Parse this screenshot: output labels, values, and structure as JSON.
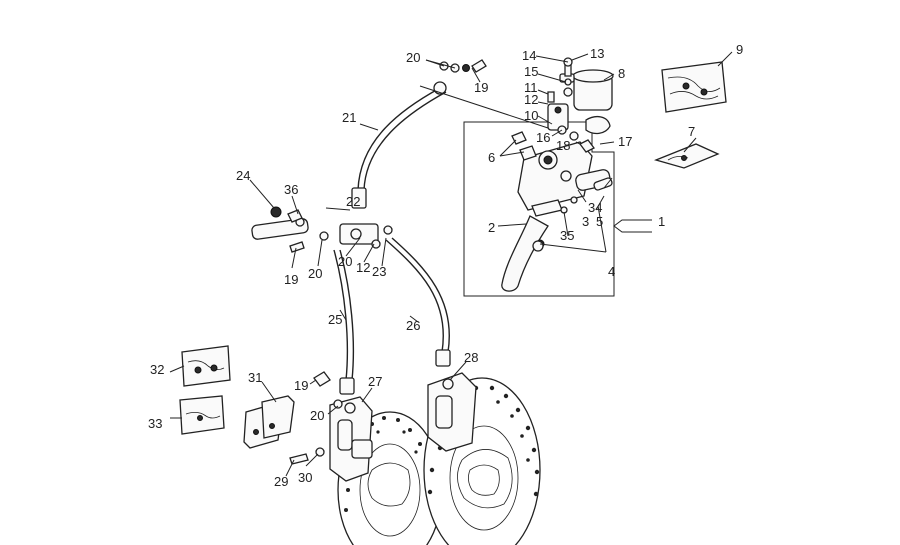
{
  "diagram": {
    "callouts": [
      {
        "id": "c1",
        "label": "1"
      },
      {
        "id": "c2",
        "label": "2"
      },
      {
        "id": "c3",
        "label": "3"
      },
      {
        "id": "c4",
        "label": "4"
      },
      {
        "id": "c5",
        "label": "5"
      },
      {
        "id": "c6",
        "label": "6"
      },
      {
        "id": "c7",
        "label": "7"
      },
      {
        "id": "c8",
        "label": "8"
      },
      {
        "id": "c9",
        "label": "9"
      },
      {
        "id": "c10",
        "label": "10"
      },
      {
        "id": "c11",
        "label": "11"
      },
      {
        "id": "c12a",
        "label": "12"
      },
      {
        "id": "c12b",
        "label": "12"
      },
      {
        "id": "c13",
        "label": "13"
      },
      {
        "id": "c14",
        "label": "14"
      },
      {
        "id": "c15",
        "label": "15"
      },
      {
        "id": "c16",
        "label": "16"
      },
      {
        "id": "c17",
        "label": "17"
      },
      {
        "id": "c18",
        "label": "18"
      },
      {
        "id": "c19a",
        "label": "19"
      },
      {
        "id": "c19b",
        "label": "19"
      },
      {
        "id": "c19c",
        "label": "19"
      },
      {
        "id": "c20a",
        "label": "20"
      },
      {
        "id": "c20b",
        "label": "20"
      },
      {
        "id": "c20c",
        "label": "20"
      },
      {
        "id": "c20d",
        "label": "20"
      },
      {
        "id": "c21",
        "label": "21"
      },
      {
        "id": "c22",
        "label": "22"
      },
      {
        "id": "c23",
        "label": "23"
      },
      {
        "id": "c24",
        "label": "24"
      },
      {
        "id": "c25",
        "label": "25"
      },
      {
        "id": "c26",
        "label": "26"
      },
      {
        "id": "c27",
        "label": "27"
      },
      {
        "id": "c28",
        "label": "28"
      },
      {
        "id": "c29",
        "label": "29"
      },
      {
        "id": "c30",
        "label": "30"
      },
      {
        "id": "c31",
        "label": "31"
      },
      {
        "id": "c32",
        "label": "32"
      },
      {
        "id": "c33",
        "label": "33"
      },
      {
        "id": "c34",
        "label": "34"
      },
      {
        "id": "c35",
        "label": "35"
      },
      {
        "id": "c36",
        "label": "36"
      }
    ]
  }
}
